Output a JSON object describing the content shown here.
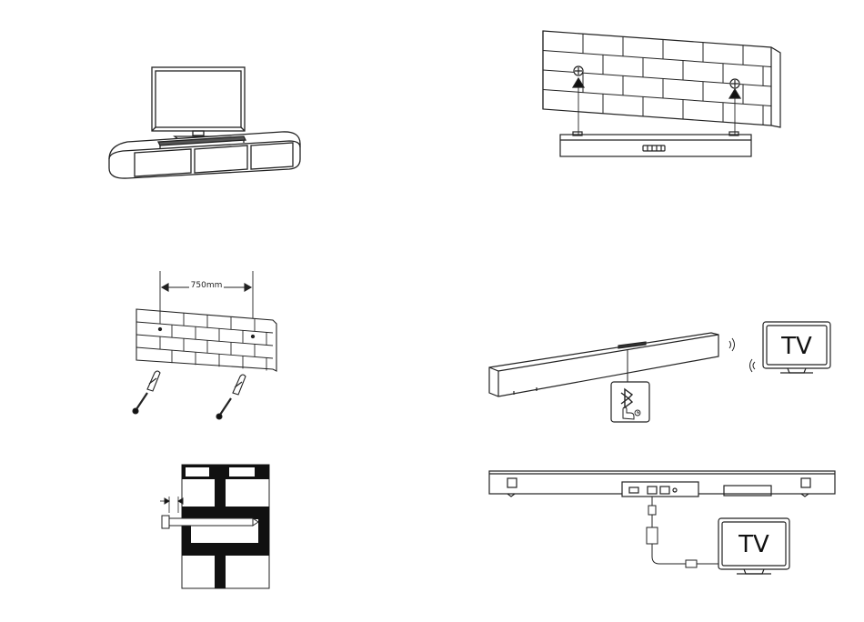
{
  "panels": {
    "wall_drill": {
      "dimension_label": "750mm"
    },
    "bluetooth_pairing": {
      "tv_label": "TV",
      "bluetooth_glyph": "✱",
      "icons": [
        "bluetooth-icon",
        "hand-press-icon",
        "timer-icon",
        "wireless-signal-icon"
      ]
    },
    "wired_connection": {
      "tv_label": "TV",
      "icons": [
        "power-port-icon",
        "optical-port-icon",
        "hdmi-port-icon",
        "cable-plug-icon"
      ]
    }
  },
  "colors": {
    "line": "#222222",
    "fill_dark": "#111111",
    "paper": "#ffffff"
  }
}
